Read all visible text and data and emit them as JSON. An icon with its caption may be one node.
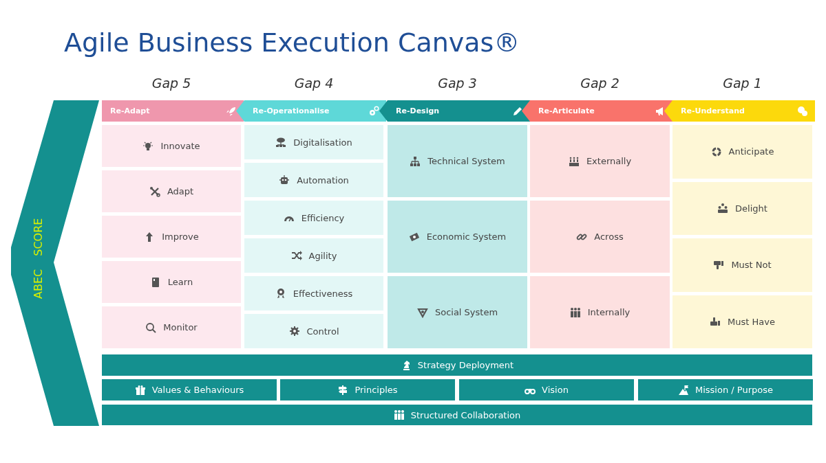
{
  "diagram": {
    "title": "Agile Business Execution Canvas®",
    "nodes": [
      {
        "text": [
          "ABEC SCORE"
        ]
      },
      {
        "text": [
          "Re-Adapt"
        ]
      },
      {
        "text": [
          "Re-Operationalise"
        ]
      },
      {
        "text": [
          "Re-Design"
        ]
      },
      {
        "text": [
          "Re-Articulate"
        ]
      },
      {
        "text": [
          "Re-Understand"
        ]
      },
      {
        "text": [
          "Innovate"
        ]
      },
      {
        "text": [
          "Adapt"
        ]
      },
      {
        "text": [
          "Improve"
        ]
      },
      {
        "text": [
          "Learn"
        ]
      },
      {
        "text": [
          "Monitor"
        ]
      },
      {
        "text": [
          "Digitalisation"
        ]
      },
      {
        "text": [
          "Automation"
        ]
      },
      {
        "text": [
          "Efficiency"
        ]
      },
      {
        "text": [
          "Agility"
        ]
      },
      {
        "text": [
          "Effectiveness"
        ]
      },
      {
        "text": [
          "Control"
        ]
      },
      {
        "text": [
          "Technical System"
        ]
      },
      {
        "text": [
          "Economic System"
        ]
      },
      {
        "text": [
          "Social System"
        ]
      },
      {
        "text": [
          "Externally"
        ]
      },
      {
        "text": [
          "Across"
        ]
      },
      {
        "text": [
          "Internally"
        ]
      },
      {
        "text": [
          "Anticipate"
        ]
      },
      {
        "text": [
          "Delight"
        ]
      },
      {
        "text": [
          "Must Not"
        ]
      },
      {
        "text": [
          "Must Have"
        ]
      },
      {
        "text": [
          "Strategy Deployment"
        ]
      },
      {
        "text": [
          "Values & Behaviours"
        ]
      },
      {
        "text": [
          "Principles"
        ]
      },
      {
        "text": [
          "Vision"
        ]
      },
      {
        "text": [
          "Mission / Purpose"
        ]
      },
      {
        "text": [
          "Structured Collaboration"
        ]
      }
    ],
    "labels": [
      "Gap 5",
      "Gap 4",
      "Gap 3",
      "Gap 2",
      "Gap 1"
    ]
  }
}
